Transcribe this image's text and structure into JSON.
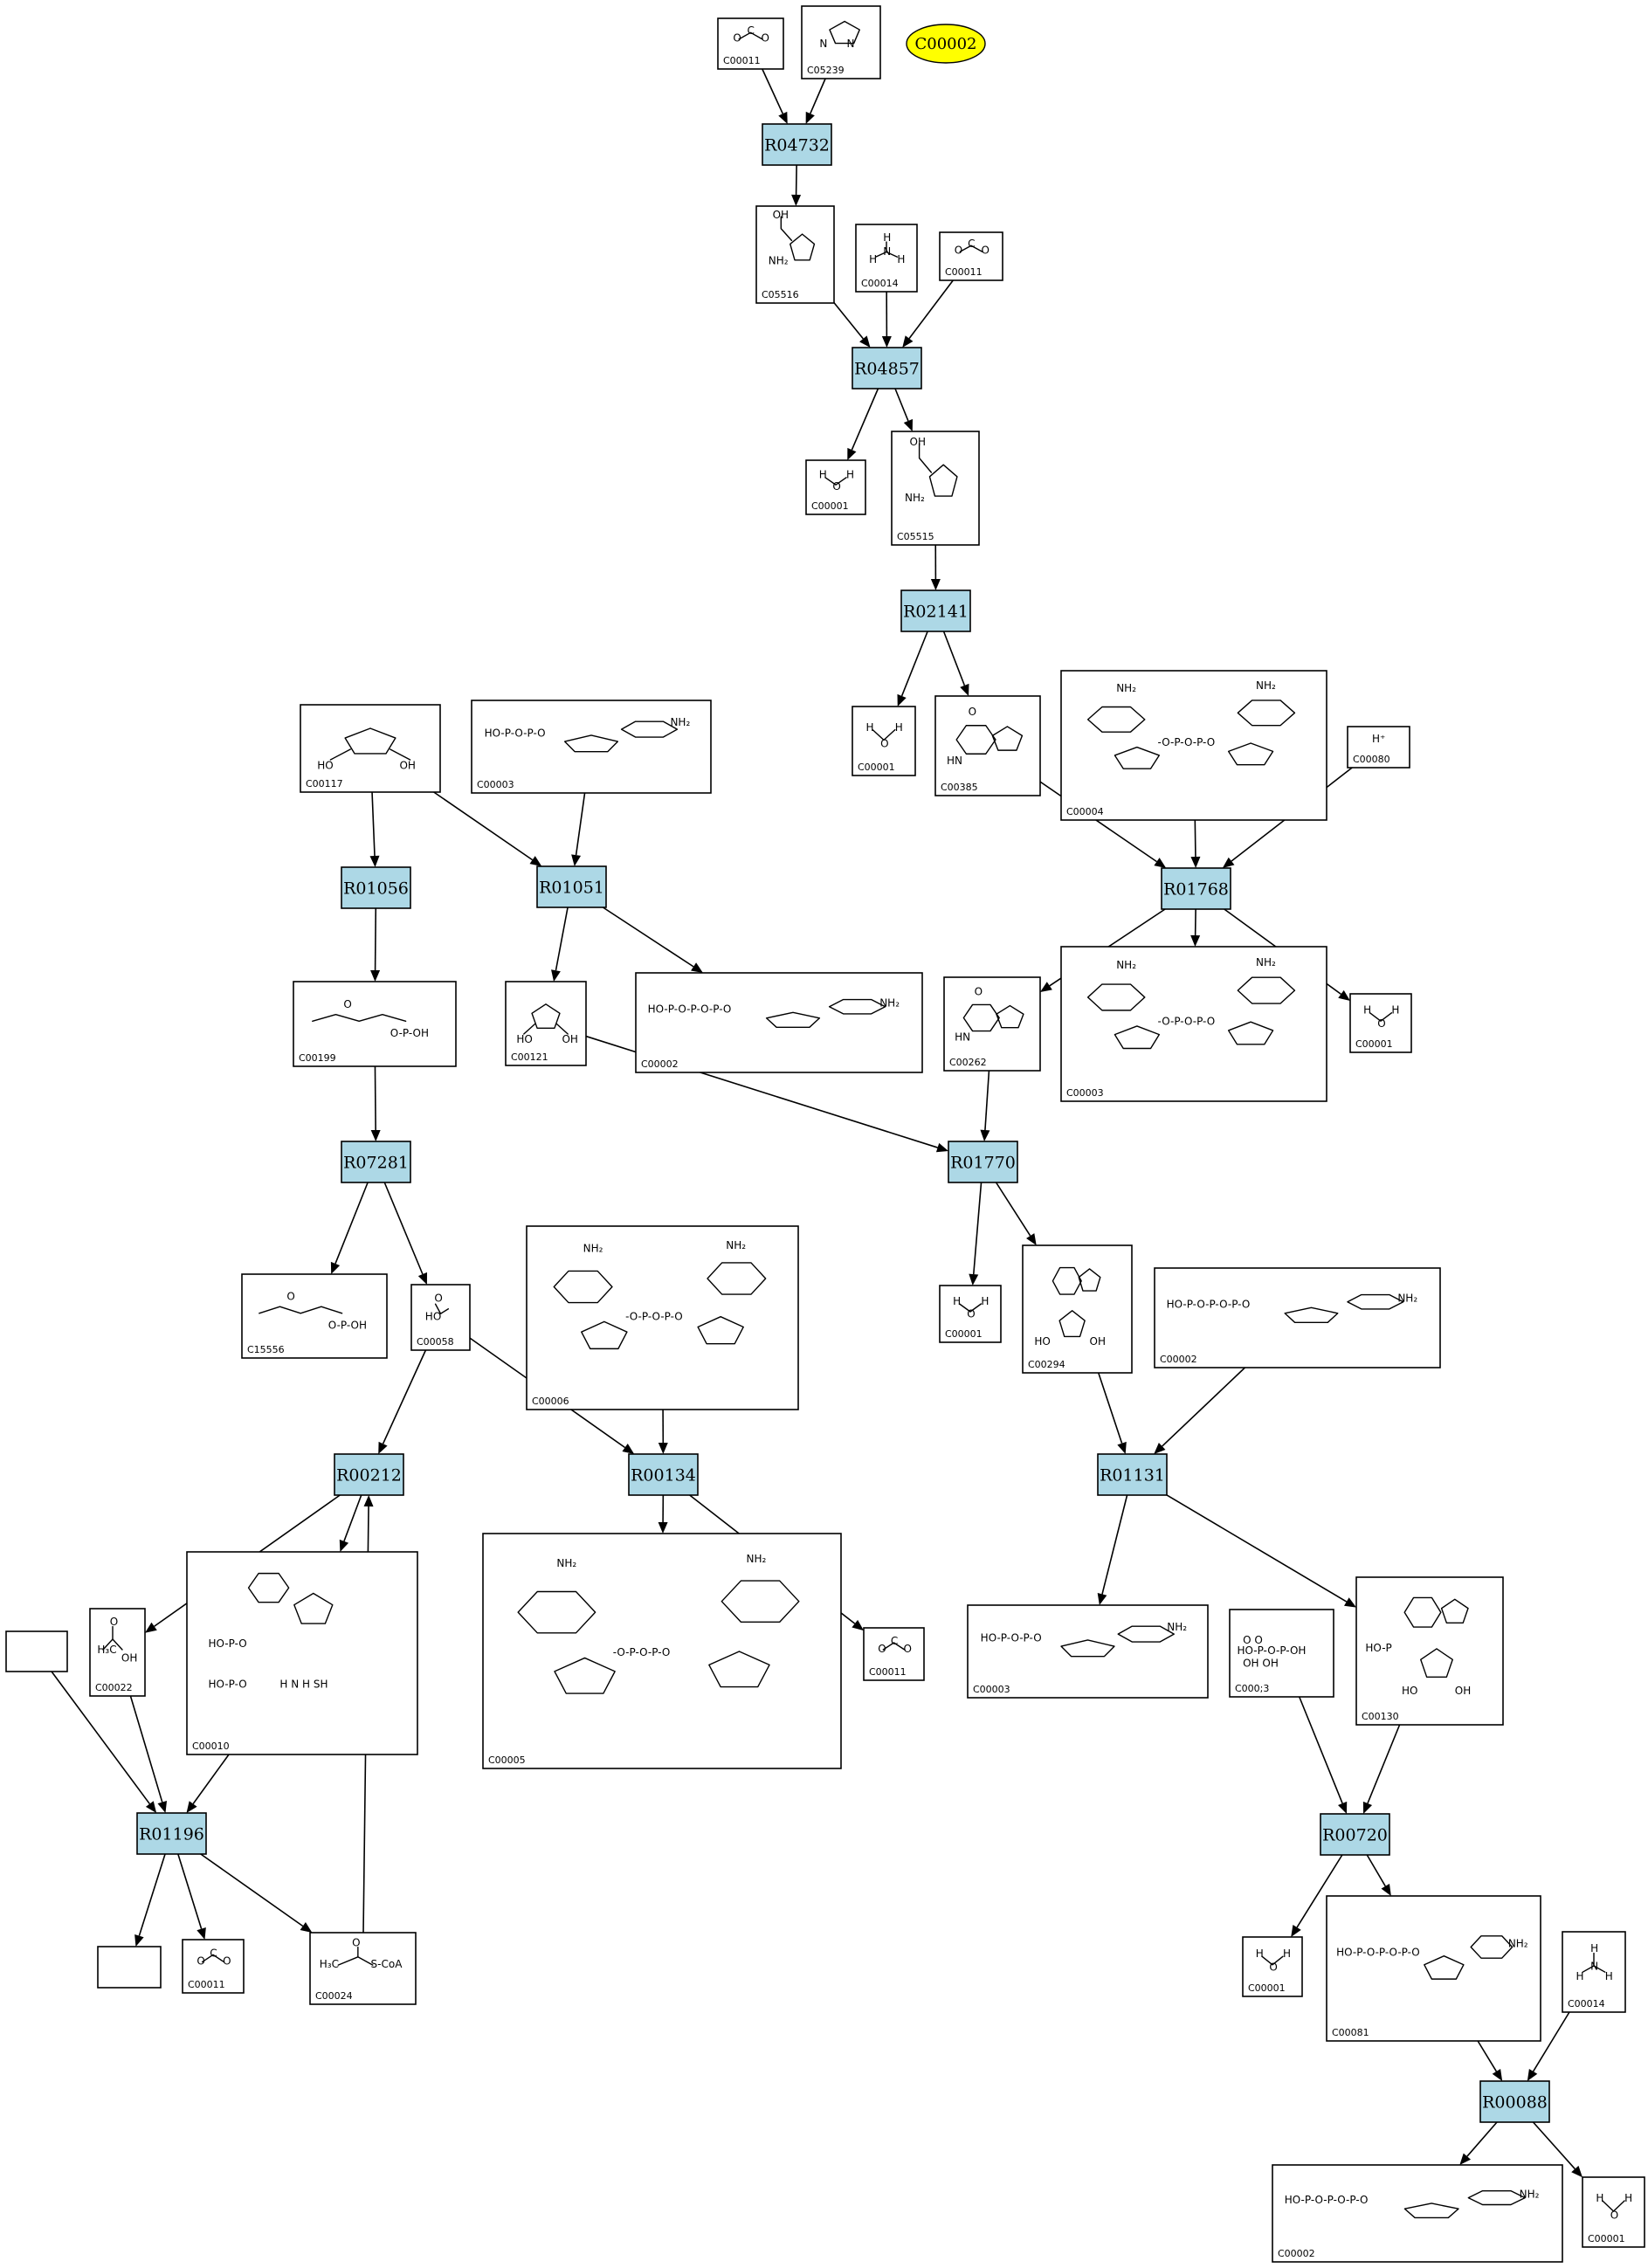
{
  "highlight": {
    "id": "C00002",
    "color": "#ffff00"
  },
  "colors": {
    "reaction_fill": "#add8e6",
    "compound_border": "#000000",
    "background": "#ffffff"
  },
  "compounds": [
    {
      "key": "a1",
      "id": "C00011",
      "mol": "co2"
    },
    {
      "key": "a2",
      "id": "C05239",
      "mol": "imid"
    },
    {
      "key": "b1",
      "id": "C05516",
      "mol": "imidacid"
    },
    {
      "key": "b2",
      "id": "C00014",
      "mol": "nh3"
    },
    {
      "key": "b3",
      "id": "C00011",
      "mol": "co2"
    },
    {
      "key": "c1",
      "id": "C00001",
      "mol": "h2o"
    },
    {
      "key": "c2",
      "id": "C05515",
      "mol": "imidacid"
    },
    {
      "key": "d1",
      "id": "C00001",
      "mol": "h2o"
    },
    {
      "key": "d2",
      "id": "C00385",
      "mol": "purine"
    },
    {
      "key": "d3",
      "id": "C00004",
      "mol": "nad"
    },
    {
      "key": "d4",
      "id": "C00080",
      "mol": "hplus"
    },
    {
      "key": "e1",
      "id": "C00117",
      "mol": "ribose"
    },
    {
      "key": "e2",
      "id": "C00003",
      "mol": "adp"
    },
    {
      "key": "f1",
      "id": "C00199",
      "mol": "chain"
    },
    {
      "key": "f2",
      "id": "C00121",
      "mol": "ribose"
    },
    {
      "key": "f3",
      "id": "C00002",
      "mol": "atp"
    },
    {
      "key": "f4",
      "id": "C00262",
      "mol": "purine"
    },
    {
      "key": "f5",
      "id": "C00003",
      "mol": "nad"
    },
    {
      "key": "f6",
      "id": "C00001",
      "mol": "h2o"
    },
    {
      "key": "g1",
      "id": "C15556",
      "mol": "chain"
    },
    {
      "key": "g2",
      "id": "C00058",
      "mol": "formate"
    },
    {
      "key": "g3",
      "id": "C00006",
      "mol": "nad"
    },
    {
      "key": "g4",
      "id": "C00001",
      "mol": "h2o"
    },
    {
      "key": "g5",
      "id": "C00294",
      "mol": "nucleoside"
    },
    {
      "key": "g6",
      "id": "C00002",
      "mol": "atp"
    },
    {
      "key": "h0",
      "id": "",
      "mol": "none"
    },
    {
      "key": "h1",
      "id": "C00022",
      "mol": "pyruvate"
    },
    {
      "key": "h2",
      "id": "C00010",
      "mol": "coa"
    },
    {
      "key": "h3",
      "id": "C00005",
      "mol": "nad"
    },
    {
      "key": "h4",
      "id": "C00011",
      "mol": "co2"
    },
    {
      "key": "h5",
      "id": "C00003",
      "mol": "adp"
    },
    {
      "key": "h6",
      "id": "C000;3",
      "mol": "ppi"
    },
    {
      "key": "h7",
      "id": "C00130",
      "mol": "nucleotide"
    },
    {
      "key": "i0",
      "id": "",
      "mol": "none"
    },
    {
      "key": "i1",
      "id": "C00011",
      "mol": "co2"
    },
    {
      "key": "i2",
      "id": "C00024",
      "mol": "acetylcoa"
    },
    {
      "key": "i3",
      "id": "C00001",
      "mol": "h2o"
    },
    {
      "key": "i4",
      "id": "C00081",
      "mol": "atp"
    },
    {
      "key": "i5",
      "id": "C00014",
      "mol": "nh3"
    },
    {
      "key": "j1",
      "id": "C00002",
      "mol": "atp"
    },
    {
      "key": "j2",
      "id": "C00001",
      "mol": "h2o"
    }
  ],
  "reactions": [
    {
      "key": "R04732",
      "label": "R04732"
    },
    {
      "key": "R04857",
      "label": "R04857"
    },
    {
      "key": "R02141",
      "label": "R02141"
    },
    {
      "key": "R01056",
      "label": "R01056"
    },
    {
      "key": "R01051",
      "label": "R01051"
    },
    {
      "key": "R01768",
      "label": "R01768"
    },
    {
      "key": "R07281",
      "label": "R07281"
    },
    {
      "key": "R01770",
      "label": "R01770"
    },
    {
      "key": "R00212",
      "label": "R00212"
    },
    {
      "key": "R00134",
      "label": "R00134"
    },
    {
      "key": "R01131",
      "label": "R01131"
    },
    {
      "key": "R01196",
      "label": "R01196"
    },
    {
      "key": "R00720",
      "label": "R00720"
    },
    {
      "key": "R00088",
      "label": "R00088"
    }
  ],
  "edges": [
    [
      "a1",
      "R04732"
    ],
    [
      "a2",
      "R04732"
    ],
    [
      "R04732",
      "b1"
    ],
    [
      "b1",
      "R04857"
    ],
    [
      "b2",
      "R04857"
    ],
    [
      "b3",
      "R04857"
    ],
    [
      "R04857",
      "c1"
    ],
    [
      "R04857",
      "c2"
    ],
    [
      "c2",
      "R02141"
    ],
    [
      "R02141",
      "d1"
    ],
    [
      "R02141",
      "d2"
    ],
    [
      "e1",
      "R01056"
    ],
    [
      "e1",
      "R01051"
    ],
    [
      "e2",
      "R01051"
    ],
    [
      "R01056",
      "f1"
    ],
    [
      "R01051",
      "f2"
    ],
    [
      "R01051",
      "f3"
    ],
    [
      "d2",
      "R01768"
    ],
    [
      "d3",
      "R01768"
    ],
    [
      "d4",
      "R01768"
    ],
    [
      "R01768",
      "f4"
    ],
    [
      "R01768",
      "f5"
    ],
    [
      "R01768",
      "f6"
    ],
    [
      "f1",
      "R07281"
    ],
    [
      "R07281",
      "g1"
    ],
    [
      "R07281",
      "g2"
    ],
    [
      "f2",
      "R01770"
    ],
    [
      "f4",
      "R01770"
    ],
    [
      "R01770",
      "g4"
    ],
    [
      "R01770",
      "g5"
    ],
    [
      "g2",
      "R00212"
    ],
    [
      "g2",
      "R00134"
    ],
    [
      "g3",
      "R00134"
    ],
    [
      "R00134",
      "h3"
    ],
    [
      "R00134",
      "h4"
    ],
    [
      "g5",
      "R01131"
    ],
    [
      "g6",
      "R01131"
    ],
    [
      "R01131",
      "h5"
    ],
    [
      "R01131",
      "h7"
    ],
    [
      "R00212",
      "h1"
    ],
    [
      "R00212",
      "h2"
    ],
    [
      "i2",
      "R00212"
    ],
    [
      "h0",
      "R01196"
    ],
    [
      "h1",
      "R01196"
    ],
    [
      "h2",
      "R01196"
    ],
    [
      "R01196",
      "i0"
    ],
    [
      "R01196",
      "i1"
    ],
    [
      "R01196",
      "i2"
    ],
    [
      "h6",
      "R00720"
    ],
    [
      "h7",
      "R00720"
    ],
    [
      "R00720",
      "i3"
    ],
    [
      "R00720",
      "i4"
    ],
    [
      "i4",
      "R00088"
    ],
    [
      "i5",
      "R00088"
    ],
    [
      "R00088",
      "j1"
    ],
    [
      "R00088",
      "j2"
    ]
  ]
}
